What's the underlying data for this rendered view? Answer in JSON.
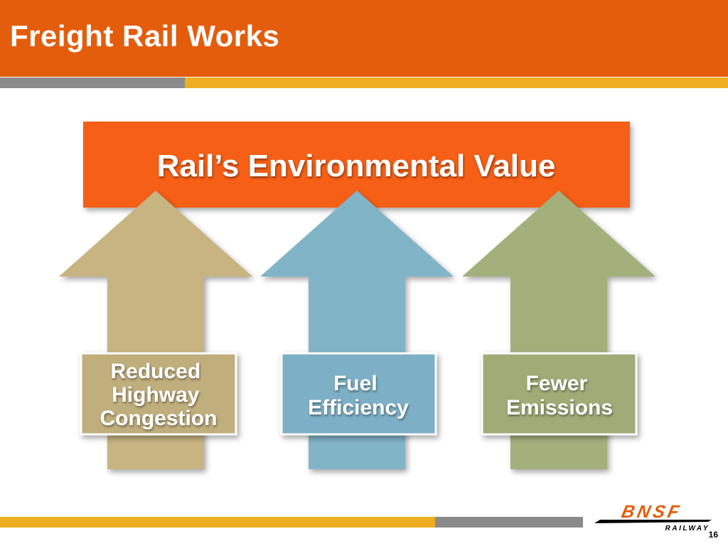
{
  "slide": {
    "title": "Freight Rail Works",
    "page_number": "16"
  },
  "diagram": {
    "banner": {
      "label": "Rail’s Environmental Value",
      "color": "#f65f16"
    },
    "arrows": [
      {
        "lines": [
          "Reduced",
          "Highway",
          "Congestion"
        ],
        "color": "#c7b481",
        "box_color": "#c0ae7d"
      },
      {
        "lines": [
          "Fuel",
          "Efficiency"
        ],
        "color": "#82b4c8",
        "box_color": "#7db0c6"
      },
      {
        "lines": [
          "Fewer",
          "Emissions"
        ],
        "color": "#a4b07c",
        "box_color": "#a0ab78"
      }
    ]
  },
  "logo": {
    "brand": "BNSF",
    "subtext": "RAILWAY",
    "color": "#e35d0c"
  },
  "colors": {
    "header": "#e35d0c",
    "stripe_gold": "#edae21",
    "stripe_gray": "#8a8a8a"
  }
}
